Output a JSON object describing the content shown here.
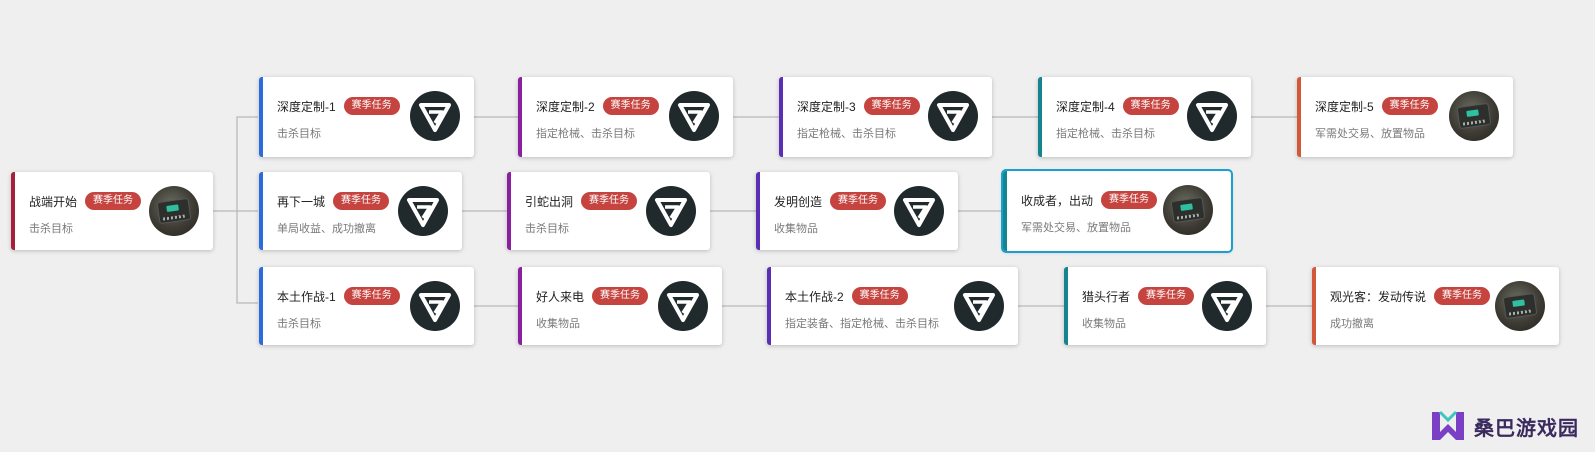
{
  "badge_label": "赛季任务",
  "nodes": [
    {
      "title": "战端开始",
      "subtitle": "击杀目标",
      "icon": "device-photo-icon",
      "accent": "#a3213a"
    },
    {
      "title": "深度定制-1",
      "subtitle": "击杀目标",
      "icon": "g-logo-icon",
      "accent": "#2b6bdc"
    },
    {
      "title": "深度定制-2",
      "subtitle": "指定枪械、击杀目标",
      "icon": "g-logo-icon",
      "accent": "#8a1fa0"
    },
    {
      "title": "深度定制-3",
      "subtitle": "指定枪械、击杀目标",
      "icon": "g-logo-icon",
      "accent": "#5a2fb3"
    },
    {
      "title": "深度定制-4",
      "subtitle": "指定枪械、击杀目标",
      "icon": "g-logo-icon",
      "accent": "#14858f"
    },
    {
      "title": "深度定制-5",
      "subtitle": "军需处交易、放置物品",
      "icon": "device-photo-icon",
      "accent": "#d2583a"
    },
    {
      "title": "再下一城",
      "subtitle": "单局收益、成功撤离",
      "icon": "g-logo-icon",
      "accent": "#2b6bdc"
    },
    {
      "title": "引蛇出洞",
      "subtitle": "击杀目标",
      "icon": "g-logo-icon",
      "accent": "#8a1fa0"
    },
    {
      "title": "发明创造",
      "subtitle": "收集物品",
      "icon": "g-logo-icon",
      "accent": "#5a2fb3"
    },
    {
      "title": "收成者，出动",
      "subtitle": "军需处交易、放置物品",
      "icon": "device-photo-icon",
      "accent": "#14858f"
    },
    {
      "title": "本土作战-1",
      "subtitle": "击杀目标",
      "icon": "g-logo-icon",
      "accent": "#2b6bdc"
    },
    {
      "title": "好人来电",
      "subtitle": "收集物品",
      "icon": "g-logo-icon",
      "accent": "#8a1fa0"
    },
    {
      "title": "本土作战-2",
      "subtitle": "指定装备、指定枪械、击杀目标",
      "icon": "g-logo-icon",
      "accent": "#5a2fb3"
    },
    {
      "title": "猎头行者",
      "subtitle": "收集物品",
      "icon": "g-logo-icon",
      "accent": "#14858f"
    },
    {
      "title": "观光客：发动传说",
      "subtitle": "成功撤离",
      "icon": "device-photo-icon",
      "accent": "#d2583a"
    }
  ],
  "watermark": {
    "text": "桑巴游戏园"
  }
}
